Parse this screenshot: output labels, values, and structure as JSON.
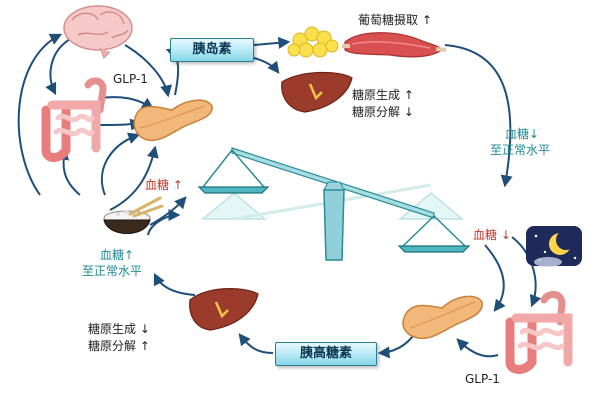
{
  "hormones": {
    "insulin": "胰岛素",
    "glucagon": "胰高糖素"
  },
  "labels": {
    "glp1_top": "GLP-1",
    "glp1_bottom": "GLP-1",
    "glucose_uptake": "葡萄糖摄取 ↑",
    "liver_top_line1": "糖原生成 ↑",
    "liver_top_line2": "糖原分解 ↓",
    "bg_normal_right_line1": "血糖↓",
    "bg_normal_right_line2": "至正常水平",
    "bg_high": "血糖 ↑",
    "bg_low": "血糖 ↓",
    "bg_normal_left_line1": "血糖↑",
    "bg_normal_left_line2": "至正常水平",
    "liver_bottom_line1": "糖原生成 ↓",
    "liver_bottom_line2": "糖原分解 ↑"
  },
  "icons": [
    "brain-icon",
    "intestine-icon",
    "pancreas-icon",
    "fat-cells-icon",
    "muscle-icon",
    "liver-icon",
    "rice-bowl-icon",
    "night-moon-icon",
    "balance-scale-icon"
  ],
  "colors": {
    "arrow": "#1f4e79",
    "scale": "#2a8c98",
    "teal_text": "#1f8a93",
    "red_text": "#c0392b"
  }
}
